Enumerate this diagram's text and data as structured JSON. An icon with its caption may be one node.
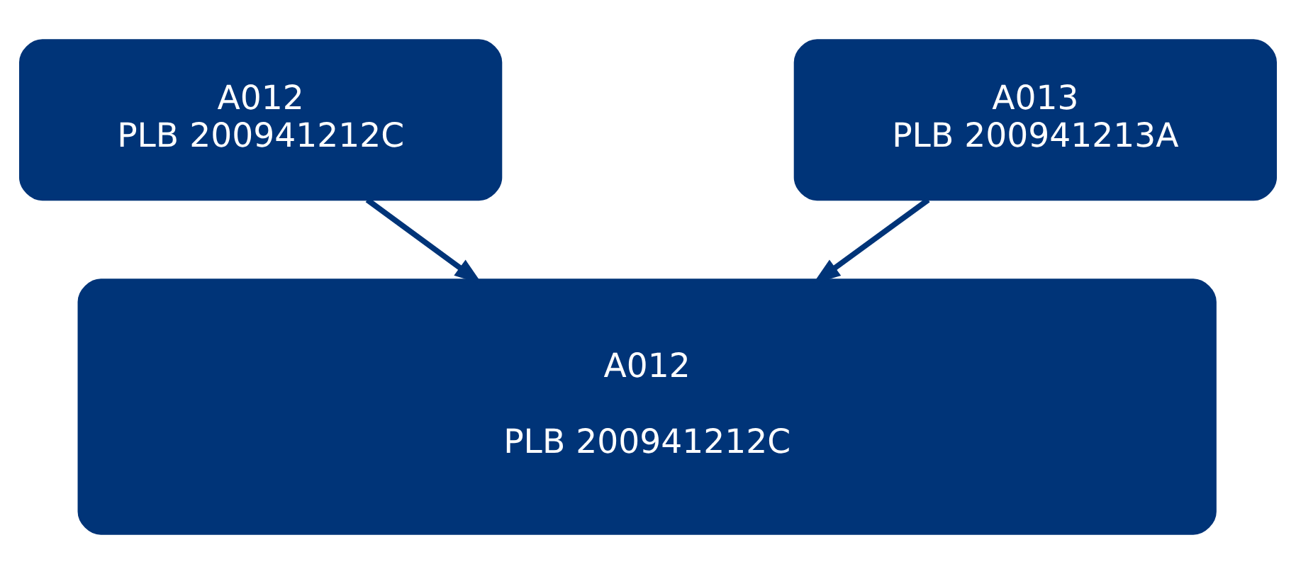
{
  "diagram": {
    "nodes": [
      {
        "text": [
          "A012",
          "PLB 200941212C"
        ]
      },
      {
        "text": [
          "A013",
          "PLB 200941213A"
        ]
      },
      {
        "text": [
          "A012",
          "PLB 200941212C"
        ]
      }
    ],
    "edges": [
      {
        "from": 0,
        "to": 2,
        "arrow": "to"
      },
      {
        "from": 1,
        "to": 2,
        "arrow": "to"
      }
    ]
  }
}
